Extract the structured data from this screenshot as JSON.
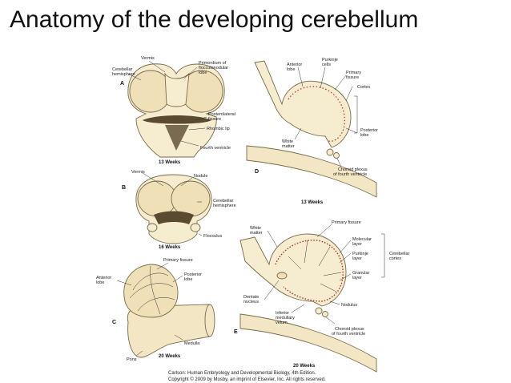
{
  "title": "Anatomy of the developing cerebellum",
  "panels": {
    "a": {
      "letter": "A",
      "weeks": "13 Weeks",
      "labels": {
        "vermis": "Vermis",
        "cerebellar_hemisphere": [
          "Cerebellar",
          "hemisphere"
        ],
        "primordium": [
          "Primordium of",
          "flocculonodular",
          "lobe"
        ],
        "posterolateral_fissure": [
          "Posterolateral",
          "fissure"
        ],
        "rhombic_lip": "Rhombic lip",
        "fourth_ventricle": "Fourth ventricle"
      }
    },
    "b": {
      "letter": "B",
      "weeks": "16 Weeks",
      "labels": {
        "vermis": "Vermis",
        "nodule": "Nodule",
        "cerebellar_hemisphere": [
          "Cerebellar",
          "hemisphere"
        ],
        "flocculus": "Flocculus"
      }
    },
    "c": {
      "letter": "C",
      "weeks": "20 Weeks",
      "labels": {
        "primary_fissure": "Primary fissure",
        "anterior_lobe": [
          "Anterior",
          "lobe"
        ],
        "posterior_lobe": [
          "Posterior",
          "lobe"
        ],
        "medulla": "Medulla",
        "pons": "Pons"
      }
    },
    "d": {
      "letter": "D",
      "weeks": "13 Weeks",
      "labels": {
        "anterior_lobe": [
          "Anterior",
          "lobe"
        ],
        "purkinje_cells": [
          "Purkinje",
          "cells"
        ],
        "primary_fissure": [
          "Primary",
          "fissure"
        ],
        "cortex": "Cortex",
        "posterior_lobe": [
          "Posterior",
          "lobe"
        ],
        "white_matter": [
          "White",
          "matter"
        ],
        "choroid_plexus": [
          "Choroid plexus",
          "of fourth ventricle"
        ]
      }
    },
    "e": {
      "letter": "E",
      "weeks": "20 Weeks",
      "labels": {
        "primary_fissure": "Primary fissure",
        "white_matter": [
          "White",
          "matter"
        ],
        "molecular_layer": [
          "Molecular",
          "layer"
        ],
        "purkinje_layer": [
          "Purkinje",
          "layer"
        ],
        "cerebellar_cortex": [
          "Cerebellar",
          "cortex"
        ],
        "granular_layer": [
          "Granular",
          "layer"
        ],
        "dentate_nucleus": [
          "Dentate",
          "nucleus"
        ],
        "nodulus": "Nodulus",
        "inferior_medullary_velum": [
          "Inferior",
          "medullary",
          "velum"
        ],
        "choroid_plexus": [
          "Choroid plexus",
          "of fourth ventricle"
        ]
      }
    }
  },
  "caption": {
    "line1": "Carlson: Human Embryology and Developmental Biology, 4th Edition.",
    "line2": "Copyright © 2009 by Mosby, an imprint of Elsevier, Inc. All rights reserved."
  }
}
